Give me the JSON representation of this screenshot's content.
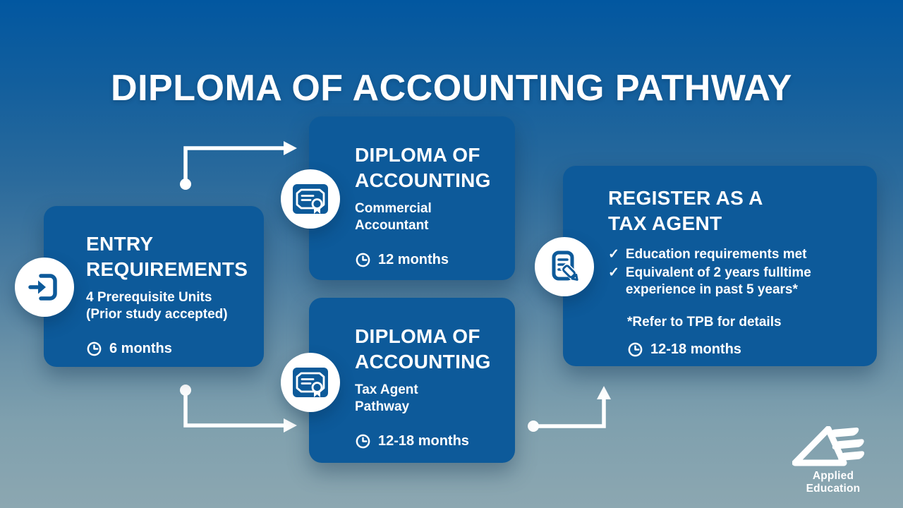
{
  "title": "DIPLOMA OF ACCOUNTING PATHWAY",
  "icons": {
    "check": "✓"
  },
  "colors": {
    "card_blue": "#0d5a9a",
    "bg_top": "#0257a0",
    "bg_bottom": "#8ca7b1",
    "text_white": "#ffffff"
  },
  "cards": {
    "entry": {
      "title": "ENTRY\nREQUIREMENTS",
      "body": "4 Prerequisite Units\n(Prior study accepted)",
      "duration": "6 months"
    },
    "diploma_commercial": {
      "title": "DIPLOMA OF\nACCOUNTING",
      "body": "Commercial\nAccountant",
      "duration": "12 months"
    },
    "diploma_tax": {
      "title": "DIPLOMA OF\nACCOUNTING",
      "body": "Tax Agent\nPathway",
      "duration": "12-18 months"
    },
    "register": {
      "title": "REGISTER AS A\nTAX AGENT",
      "checklist": [
        "Education requirements met",
        "Equivalent of 2 years fulltime\nexperience in past 5 years*"
      ],
      "note": "*Refer to TPB for details",
      "duration": "12-18 months"
    }
  },
  "logo": {
    "text": "Applied Education"
  }
}
